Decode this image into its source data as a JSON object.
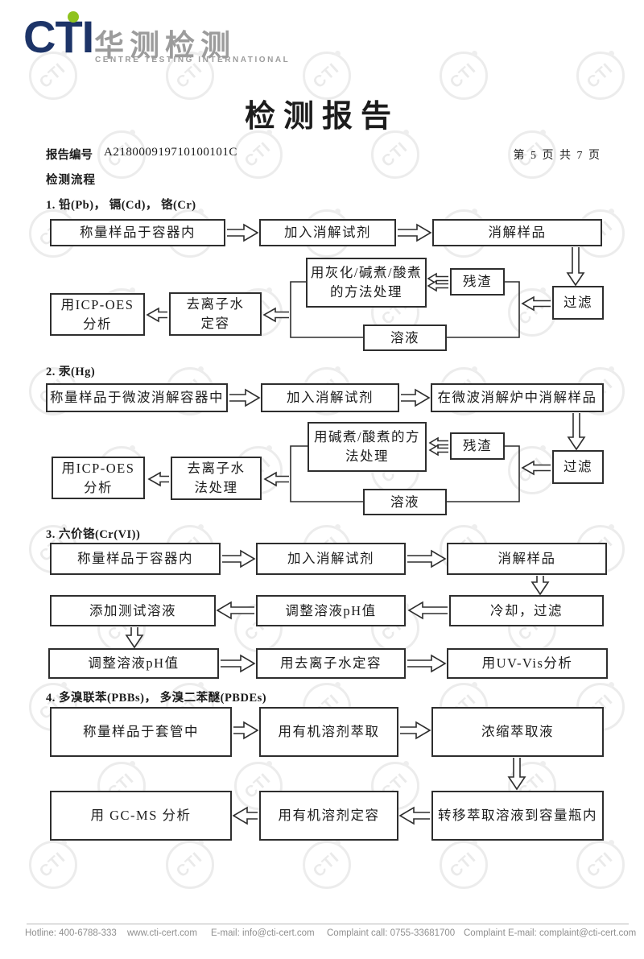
{
  "logo": {
    "cti": "CTI",
    "cn": "华测检测",
    "en": "CENTRE TESTING INTERNATIONAL",
    "navy": "#1d3468",
    "green": "#8fc31f",
    "gray": "#9c9c9c"
  },
  "header": {
    "title": "检测报告",
    "report_no_label": "报告编号",
    "report_no": "A218000919710100101C",
    "page_info": "第 5 页  共 7 页",
    "flow_heading": "检测流程"
  },
  "watermark_text": "CTI",
  "sections": [
    {
      "label": "1.  铅(Pb)， 镉(Cd)， 铬(Cr)",
      "boxes": [
        "称量样品于容器内",
        "加入消解试剂",
        "消解样品",
        "用灰化/碱煮/酸煮\n的方法处理",
        "残渣",
        "过滤",
        "去离子水\n定容",
        "用ICP-OES\n分析",
        "溶液"
      ]
    },
    {
      "label": "2.  汞(Hg)",
      "boxes": [
        "称量样品于微波消解容器中",
        "加入消解试剂",
        "在微波消解炉中消解样品",
        "用碱煮/酸煮的方\n法处理",
        "残渣",
        "过滤",
        "去离子水\n法处理",
        "用ICP-OES\n分析",
        "溶液"
      ]
    },
    {
      "label": "3.  六价铬(Cr(VI))",
      "boxes": [
        "称量样品于容器内",
        "加入消解试剂",
        "消解样品",
        "冷却，过滤",
        "调整溶液pH值",
        "添加测试溶液",
        "调整溶液pH值",
        "用去离子水定容",
        "用UV-Vis分析"
      ]
    },
    {
      "label": "4.  多溴联苯(PBBs)，  多溴二苯醚(PBDEs)",
      "boxes": [
        "称量样品于套管中",
        "用有机溶剂萃取",
        "浓缩萃取液",
        "转移萃取溶液到容量瓶内",
        "用有机溶剂定容",
        "用 GC-MS 分析"
      ]
    }
  ],
  "footer": {
    "items": [
      "Hotline: 400-6788-333",
      "www.cti-cert.com",
      "E-mail: info@cti-cert.com",
      "Complaint call: 0755-33681700",
      "Complaint E-mail: complaint@cti-cert.com"
    ]
  }
}
